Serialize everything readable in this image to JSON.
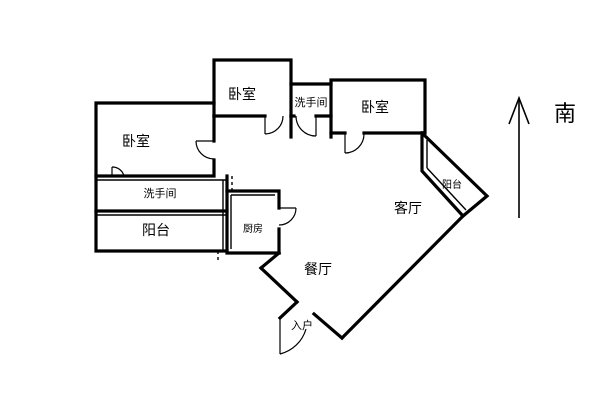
{
  "rooms": {
    "bedroom_top": "卧室",
    "bedroom_right": "卧室",
    "bedroom_left": "卧室",
    "washroom_top": "洗手间",
    "washroom_left": "洗手间",
    "balcony_left": "阳台",
    "balcony_right": "阳台",
    "kitchen": "厨房",
    "living_room": "客厅",
    "dining_room": "餐厅",
    "entrance": "入户"
  },
  "compass": {
    "direction": "南",
    "icon": "north-arrow-icon"
  },
  "colors": {
    "wall": "#000000",
    "background": "#ffffff"
  }
}
